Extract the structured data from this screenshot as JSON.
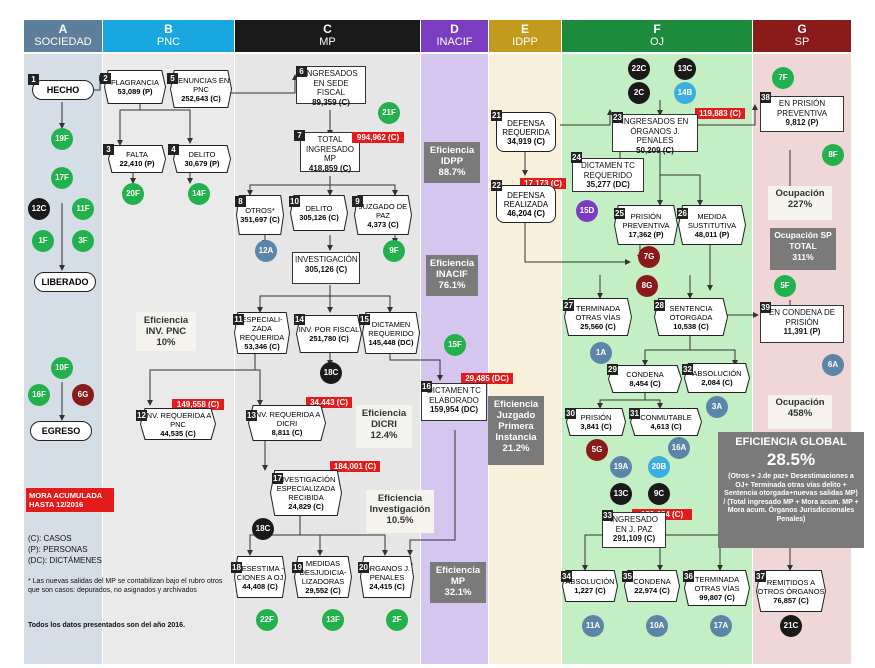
{
  "columns": [
    {
      "letter": "A",
      "name": "SOCIEDAD",
      "color": "#5e7f9b"
    },
    {
      "letter": "B",
      "name": "PNC",
      "color": "#18a7e0"
    },
    {
      "letter": "C",
      "name": "MP",
      "color": "#1a1a1a"
    },
    {
      "letter": "D",
      "name": "INACIF",
      "color": "#7a3cc0"
    },
    {
      "letter": "E",
      "name": "IDPP",
      "color": "#c29a1c"
    },
    {
      "letter": "F",
      "name": "OJ",
      "color": "#1d8b3d"
    },
    {
      "letter": "G",
      "name": "SP",
      "color": "#8b1a1a"
    }
  ],
  "nodes": {
    "n1": {
      "num": "1",
      "label": "HECHO"
    },
    "n2": {
      "num": "2",
      "label": "FLAGRANCIA",
      "value": "53,089 (P)"
    },
    "n3": {
      "num": "3",
      "label": "FALTA",
      "value": "22,410 (P)"
    },
    "n4": {
      "num": "4",
      "label": "DELITO",
      "value": "30,679 (P)"
    },
    "n5": {
      "num": "5",
      "label": "DENUNCIAS EN PNC",
      "value": "252,643 (C)"
    },
    "n6": {
      "num": "6",
      "label": "INGRESADOS EN SEDE FISCAL",
      "value": "89,359 (C)"
    },
    "n7": {
      "num": "7",
      "label": "TOTAL INGRESADO MP",
      "value": "418,859 (C)"
    },
    "n8": {
      "num": "8",
      "label": "OTROS*",
      "value": "351,697 (C)"
    },
    "n9": {
      "num": "9",
      "label": "JUZGADO DE PAZ",
      "value": "4,373 (C)"
    },
    "n10": {
      "num": "10",
      "label": "DELITO",
      "value": "305,126 (C)"
    },
    "inv": {
      "label": "INVESTIGACIÓN",
      "value": "305,126 (C)"
    },
    "n11": {
      "num": "11",
      "label": "ESPECIALI- ZADA REQUERIDA",
      "value": "53,346 (C)"
    },
    "n12": {
      "num": "12",
      "label": "INV. REQUERIDA A PNC",
      "value": "44,535 (C)"
    },
    "n13": {
      "num": "13",
      "label": "INV. REQUERIDA A DICRI",
      "value": "8,811 (C)"
    },
    "n14": {
      "num": "14",
      "label": "INV. POR FISCAL",
      "value": "251,780 (C)"
    },
    "n15": {
      "num": "15",
      "label": "DICTAMEN REQUERIDO",
      "value": "145,448 (DC)"
    },
    "n16": {
      "num": "16",
      "label": "DICTAMEN TC ELABORADO",
      "value": "159,954 (DC)"
    },
    "n17": {
      "num": "17",
      "label": "INVESTIGACIÓN ESPECIALIZADA RECIBIDA",
      "value": "24,829 (C)"
    },
    "n18": {
      "num": "18",
      "label": "DESESTIMA -CIONES A OJ",
      "value": "44,408 (C)"
    },
    "n19": {
      "num": "19",
      "label": "MEDIDAS DESJUDICIA- LIZADORAS",
      "value": "29,552 (C)"
    },
    "n20": {
      "num": "20",
      "label": "ÓRGANOS J. PENALES",
      "value": "24,415 (C)"
    },
    "n21": {
      "num": "21",
      "label": "DEFENSA REQUERIDA",
      "value": "34,919 (C)"
    },
    "n22": {
      "num": "22",
      "label": "DEFENSA REALIZADA",
      "value": "46,204 (C)"
    },
    "n23": {
      "num": "23",
      "label": "INGRESADOS EN ÓRGANOS J. PENALES",
      "value": "50,209 (C)"
    },
    "n24": {
      "num": "24",
      "label": "DICTAMEN TC REQUERIDO",
      "value": "35,277 (DC)"
    },
    "n25": {
      "num": "25",
      "label": "PRISIÓN PREVENTIVA",
      "value": "17,362 (P)"
    },
    "n26": {
      "num": "26",
      "label": "MEDIDA SUSTITUTIVA",
      "value": "48,011 (P)"
    },
    "n27": {
      "num": "27",
      "label": "TERMINADA OTRAS VÍAS",
      "value": "25,560 (C)"
    },
    "n28": {
      "num": "28",
      "label": "SENTENCIA OTORGADA",
      "value": "10,538 (C)"
    },
    "n29": {
      "num": "29",
      "label": "CONDENA",
      "value": "8,454 (C)"
    },
    "n30": {
      "num": "30",
      "label": "PRISIÓN",
      "value": "3,841 (C)"
    },
    "n31": {
      "num": "31",
      "label": "CONMUTABLE",
      "value": "4,613 (C)"
    },
    "n32": {
      "num": "32",
      "label": "ABSOLUCIÓN",
      "value": "2,084 (C)"
    },
    "n33": {
      "num": "33",
      "label": "INGRESADO EN J. PAZ",
      "value": "291,109 (C)"
    },
    "n34": {
      "num": "34",
      "label": "ABSOLUCIÓN",
      "value": "1,227 (C)"
    },
    "n35": {
      "num": "35",
      "label": "CONDENA",
      "value": "22,974 (C)"
    },
    "n36": {
      "num": "36",
      "label": "TERMINADA OTRAS VÍAS",
      "value": "99,807 (C)"
    },
    "n37": {
      "num": "37",
      "label": "REMITIDOS A OTROS ÓRGANOS",
      "value": "76,857 (C)"
    },
    "n38": {
      "num": "38",
      "label": "EN PRISIÓN PREVENTIVA",
      "value": "9,812 (P)"
    },
    "n39": {
      "num": "39",
      "label": "EN CONDENA DE PRISIÓN",
      "value": "11,391 (P)"
    },
    "liberado": {
      "label": "LIBERADO"
    },
    "egreso": {
      "label": "EGRESO"
    }
  },
  "mora": {
    "m7": "994,962 (C)",
    "m12": "149,558 (C)",
    "m13": "34,443 (C)",
    "m17": "184,001 (C)",
    "m16": "29,485 (DC)",
    "m22": "17,173 (C)",
    "m23": "119,883 (C)",
    "m33": "199,634 (C)"
  },
  "efficiency": {
    "idpp": {
      "title": "Eficiencia IDPP",
      "value": "88.7%"
    },
    "inacif": {
      "title": "Eficiencia INACIF",
      "value": "76.1%"
    },
    "pnc": {
      "title": "Eficiencia INV. PNC",
      "value": "10%"
    },
    "dicri": {
      "title": "Eficiencia DICRI",
      "value": "12.4%"
    },
    "investigacion": {
      "title": "Eficiencia Investigación",
      "value": "10.5%"
    },
    "juzgado": {
      "title": "Eficiencia Juzgado Primera Instancia",
      "value": "21.2%"
    },
    "mp": {
      "title": "Eficiencia MP",
      "value": "32.1%"
    },
    "ocupacion1": {
      "title": "Ocupación",
      "value": "227%"
    },
    "ocupacion_total": {
      "title": "Ocupación SP TOTAL",
      "value": "311%"
    },
    "ocupacion2": {
      "title": "Ocupación",
      "value": "458%"
    },
    "global": {
      "title": "EFICIENCIA GLOBAL",
      "value": "28.5%",
      "formula": "(Otros + J.de paz+ Desestimaciones a OJ+ Terminada otras vías delito + Sentencia otorgada+nuevas salidas MP) / (Total ingresado MP + Mora acum. MP + Mora acum. Órganos Jurisdiccionales Penales)"
    }
  },
  "legend": {
    "mora": "MORA ACUMULADA HASTA 12/2016",
    "casos": "(C): CASOS",
    "personas": "(P): PERSONAS",
    "dict": "(DC): DICTÁMENES",
    "note": "* Las nuevas salidas del MP se contabilizan bajo el rubro otros que son casos: depurados, no asignados y archivados",
    "footer": "Todos los datos presentados son del año 2016."
  },
  "connectors": {
    "c19F": "19F",
    "c17F": "17F",
    "c12C": "12C",
    "c11F": "11F",
    "c1F": "1F",
    "c3F": "3F",
    "c10F": "10F",
    "c16F": "16F",
    "c6G": "6G",
    "c20F": "20F",
    "c14F": "14F",
    "c21F": "21F",
    "c12A": "12A",
    "c9F": "9F",
    "c18C": "18C",
    "c15F": "15F",
    "c18C2": "18C",
    "c22F": "22F",
    "c13F": "13F",
    "c2F": "2F",
    "c15D": "15D",
    "c22C": "22C",
    "c13C": "13C",
    "c2C": "2C",
    "c14B": "14B",
    "c7G": "7G",
    "c8G": "8G",
    "c1A": "1A",
    "c3A": "3A",
    "c5G": "5G",
    "c16A": "16A",
    "c19A": "19A",
    "c20B": "20B",
    "c13C2": "13C",
    "c9C": "9C",
    "c11A": "11A",
    "c10A": "10A",
    "c17A": "17A",
    "c21C": "21C",
    "c7F": "7F",
    "c8F": "8F",
    "c5F": "5F",
    "c6A": "6A"
  }
}
